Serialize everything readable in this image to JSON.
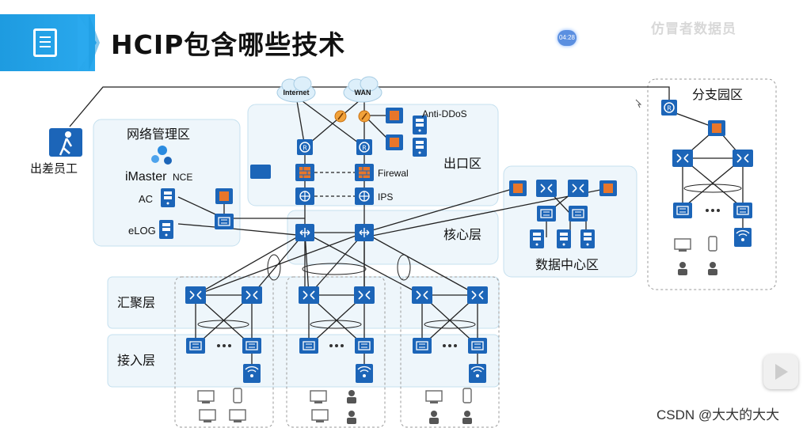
{
  "header": {
    "title": "HCIP包含哪些技术",
    "badge": "04:28"
  },
  "watermark": {
    "top_right": "仿冒者数据员",
    "bottom_right": "CSDN @大大的大大"
  },
  "zones": {
    "network_mgmt": "网络管理区",
    "egress": "出口区",
    "core": "核心层",
    "datacenter": "数据中心区",
    "branch": "分支园区",
    "aggregation": "汇聚层",
    "access": "接入层"
  },
  "labels": {
    "remote_staff": "出差员工",
    "imaster": "iMaster",
    "nce": "NCE",
    "ac": "AC",
    "elog": "eLOG",
    "internet": "Internet",
    "wan": "WAN",
    "anti_ddos": "Anti-DDoS",
    "firewall": "Firewal",
    "ips": "IPS"
  },
  "colors": {
    "accent": "#1e9be0",
    "device": "#1c65b8",
    "firewall": "#e8762a",
    "zone_bg": "#eef6fb"
  }
}
